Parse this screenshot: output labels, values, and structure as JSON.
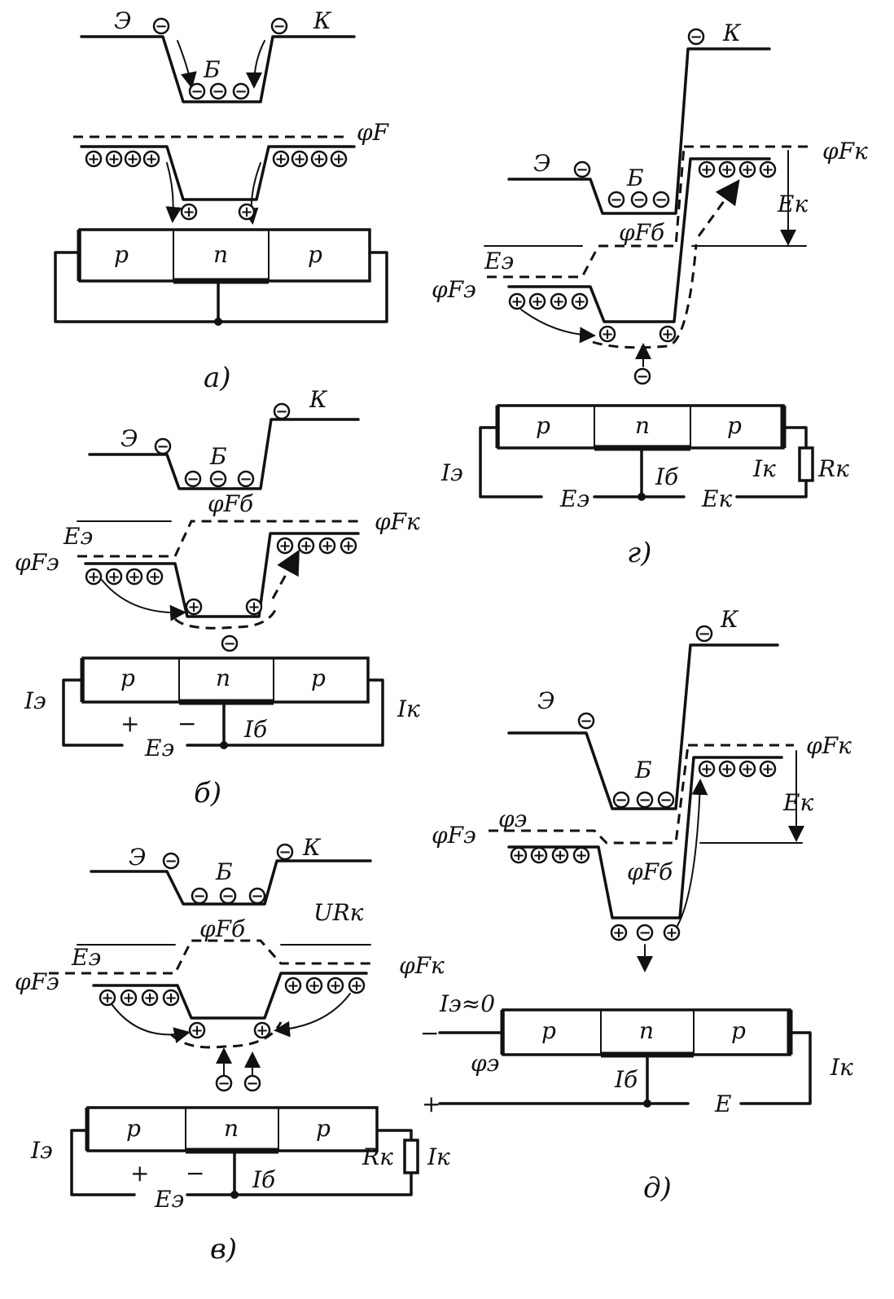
{
  "labels": {
    "emitter": "Э",
    "base": "Б",
    "collector": "К",
    "p": "p",
    "n": "n",
    "phi_F": "φF",
    "phi_Fb": "φFб",
    "phi_Fk": "φFк",
    "phi_Fe": "φFэ",
    "phi_e": "φэ",
    "E_e": "Eэ",
    "E_k": "Eк",
    "E": "E",
    "I_e": "Iэ",
    "I_k": "Iк",
    "I_b": "Iб",
    "R_k": "Rк",
    "U_Rk": "URк",
    "I_e_zero": "Iэ≈0",
    "plus": "+",
    "minus": "−",
    "electron": "−",
    "hole": "+"
  },
  "captions": {
    "a": "а)",
    "b": "б)",
    "v": "в)",
    "g": "г)",
    "d": "д)"
  }
}
